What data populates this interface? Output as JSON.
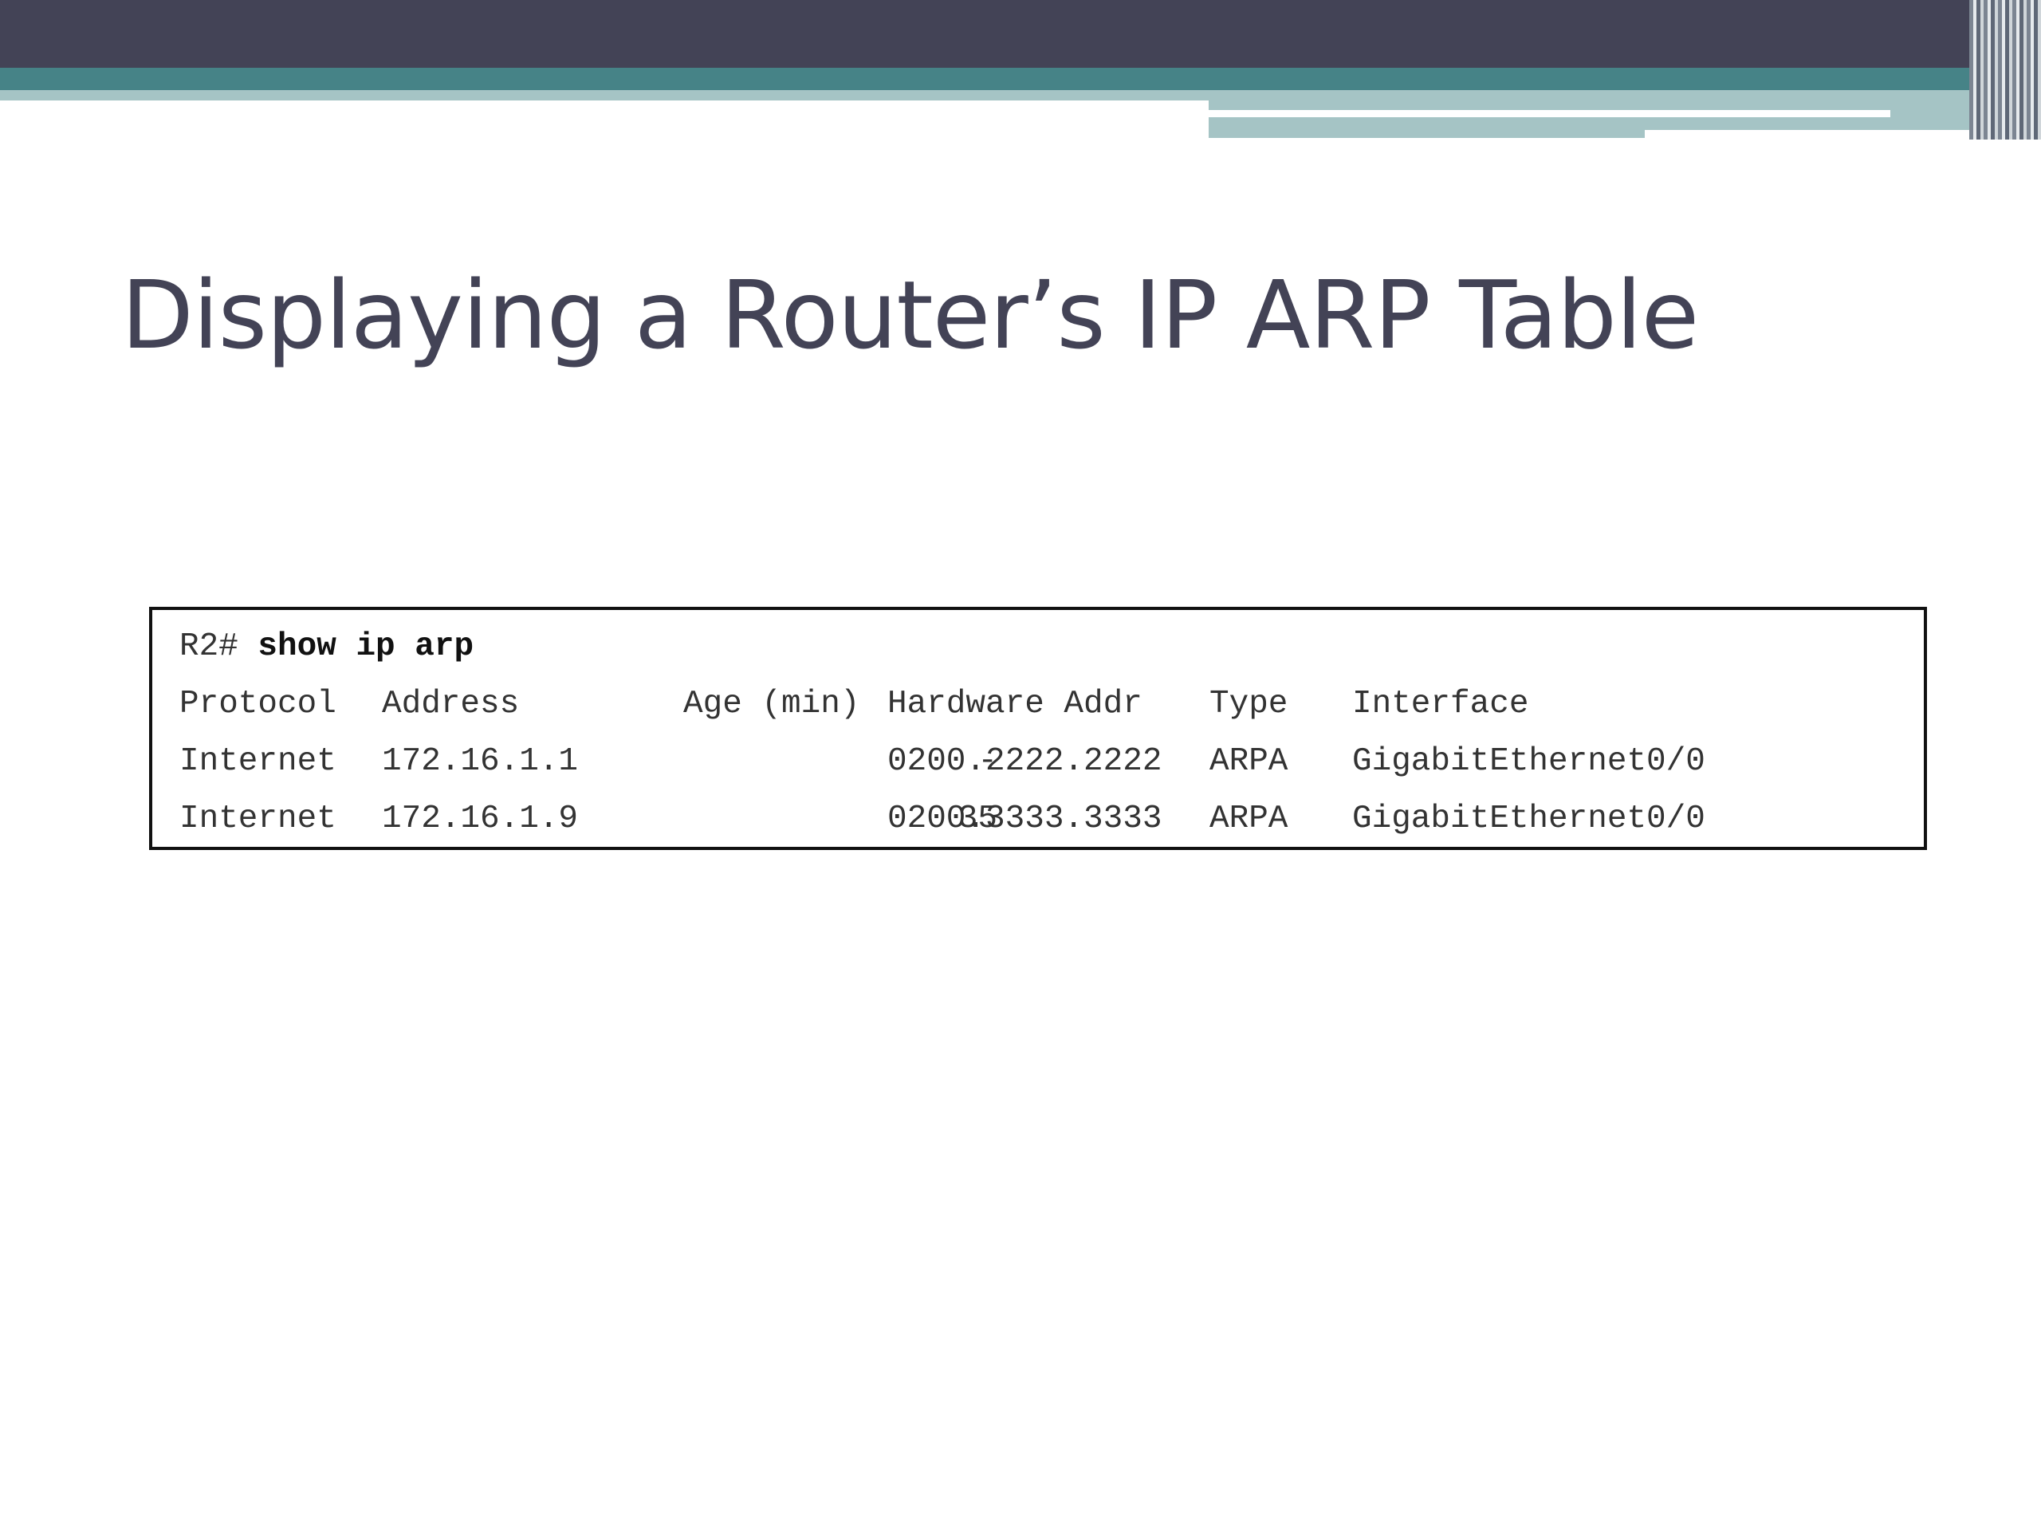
{
  "slide": {
    "title": "Displaying a Router’s IP ARP Table"
  },
  "cli": {
    "prompt": "R2# ",
    "command": "show ip arp",
    "headers": {
      "protocol": "Protocol",
      "address": "Address",
      "age": "Age (min)",
      "hardware": "Hardware Addr",
      "type": "Type",
      "interface": "Interface"
    },
    "rows": [
      {
        "protocol": "Internet",
        "address": "172.16.1.1",
        "age": "-",
        "hardware": "0200.2222.2222",
        "type": "ARPA",
        "interface": "GigabitEthernet0/0"
      },
      {
        "protocol": "Internet",
        "address": "172.16.1.9",
        "age": "35",
        "hardware": "0200.3333.3333",
        "type": "ARPA",
        "interface": "GigabitEthernet0/0"
      }
    ]
  },
  "colors": {
    "header_dark": "#434356",
    "header_teal": "#468387",
    "header_light": "#a5c4c5",
    "title_text": "#434356"
  }
}
